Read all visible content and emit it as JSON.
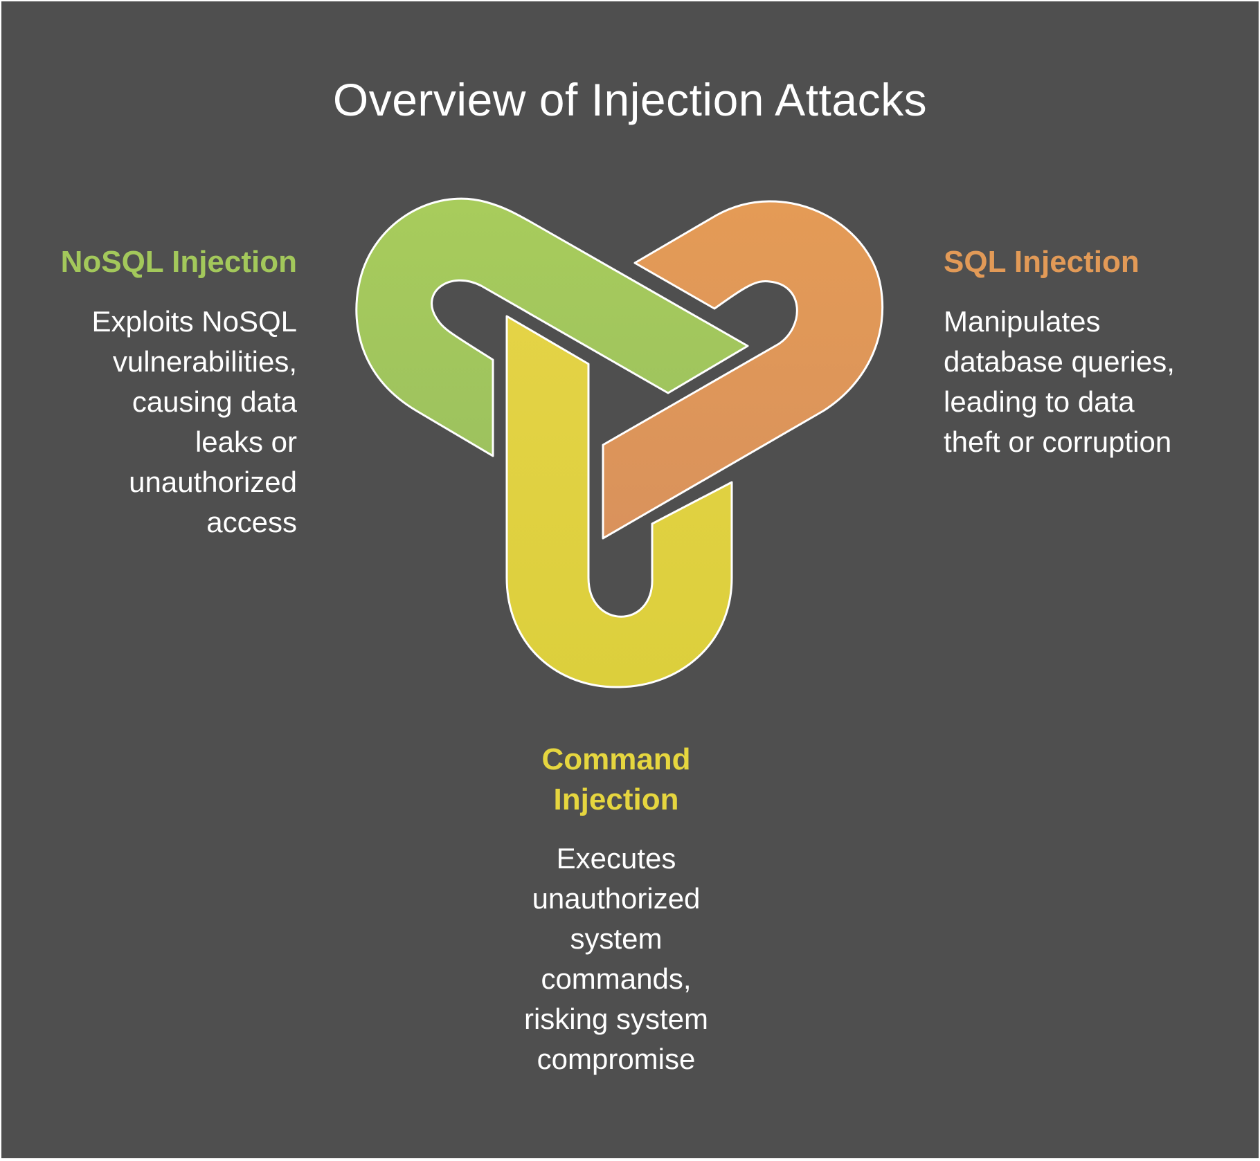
{
  "title": "Overview of Injection Attacks",
  "colors": {
    "background": "#4f4f4f",
    "nosql": "#a3c85b",
    "sql": "#e29a57",
    "command": "#e6d63f",
    "outline": "#ffffff"
  },
  "items": [
    {
      "key": "nosql",
      "label": "NoSQL Injection",
      "description": "Exploits NoSQL vulnerabilities, causing data leaks or unauthorized access",
      "description_lines": [
        "Exploits NoSQL",
        "vulnerabilities,",
        "causing data",
        "leaks or",
        "unauthorized",
        "access"
      ]
    },
    {
      "key": "sql",
      "label": "SQL Injection",
      "description": "Manipulates database queries, leading to data theft or corruption",
      "description_lines": [
        "Manipulates",
        "database queries,",
        "leading to data",
        "theft or corruption"
      ]
    },
    {
      "key": "command",
      "label": "Command Injection",
      "label_lines": [
        "Command",
        "Injection"
      ],
      "description": "Executes unauthorized system commands, risking system compromise",
      "description_lines": [
        "Executes",
        "unauthorized",
        "system",
        "commands,",
        "risking system",
        "compromise"
      ]
    }
  ]
}
